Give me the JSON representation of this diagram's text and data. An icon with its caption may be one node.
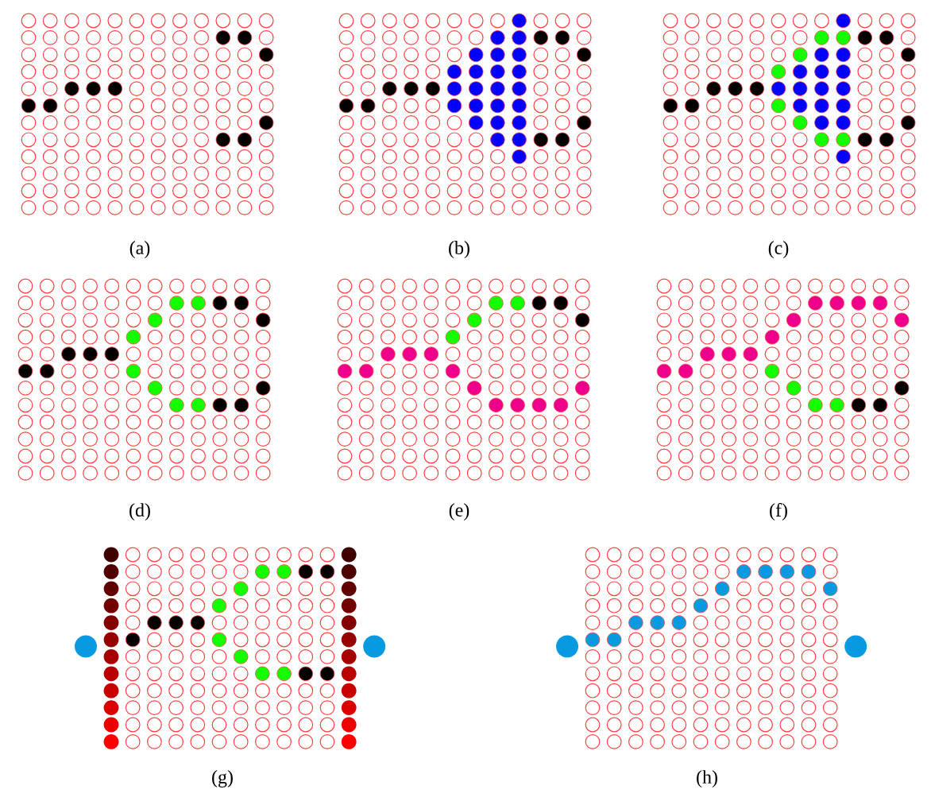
{
  "diagram": {
    "labels": [
      "(a)",
      "(b)",
      "(c)",
      "(d)",
      "(e)",
      "(f)",
      "(g)",
      "(h)"
    ]
  }
}
